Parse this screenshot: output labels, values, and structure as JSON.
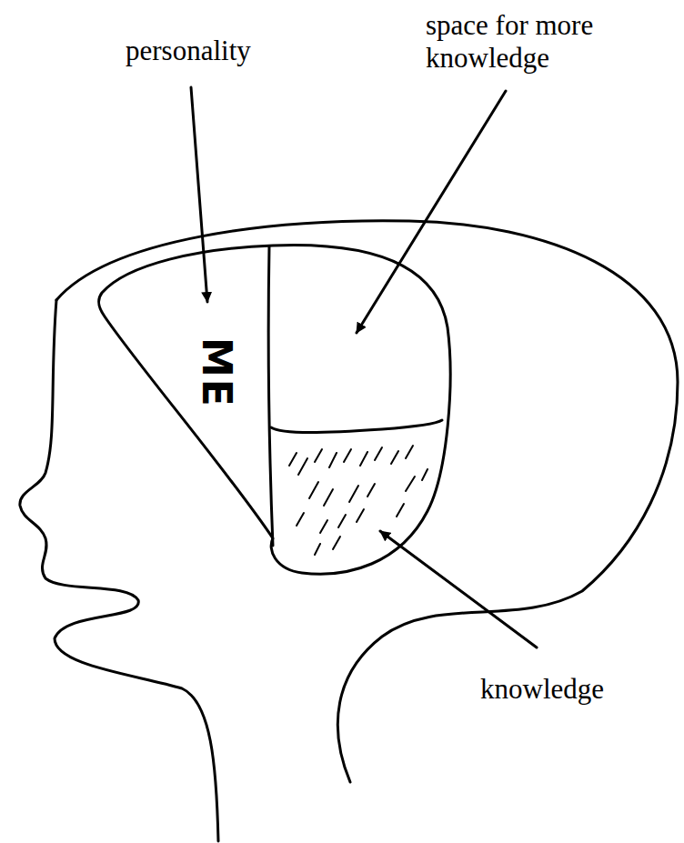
{
  "diagram": {
    "nodes": [
      {
        "text": [
          "ME"
        ]
      }
    ],
    "labels": [
      "personality",
      "space for more knowledge",
      "knowledge"
    ]
  }
}
